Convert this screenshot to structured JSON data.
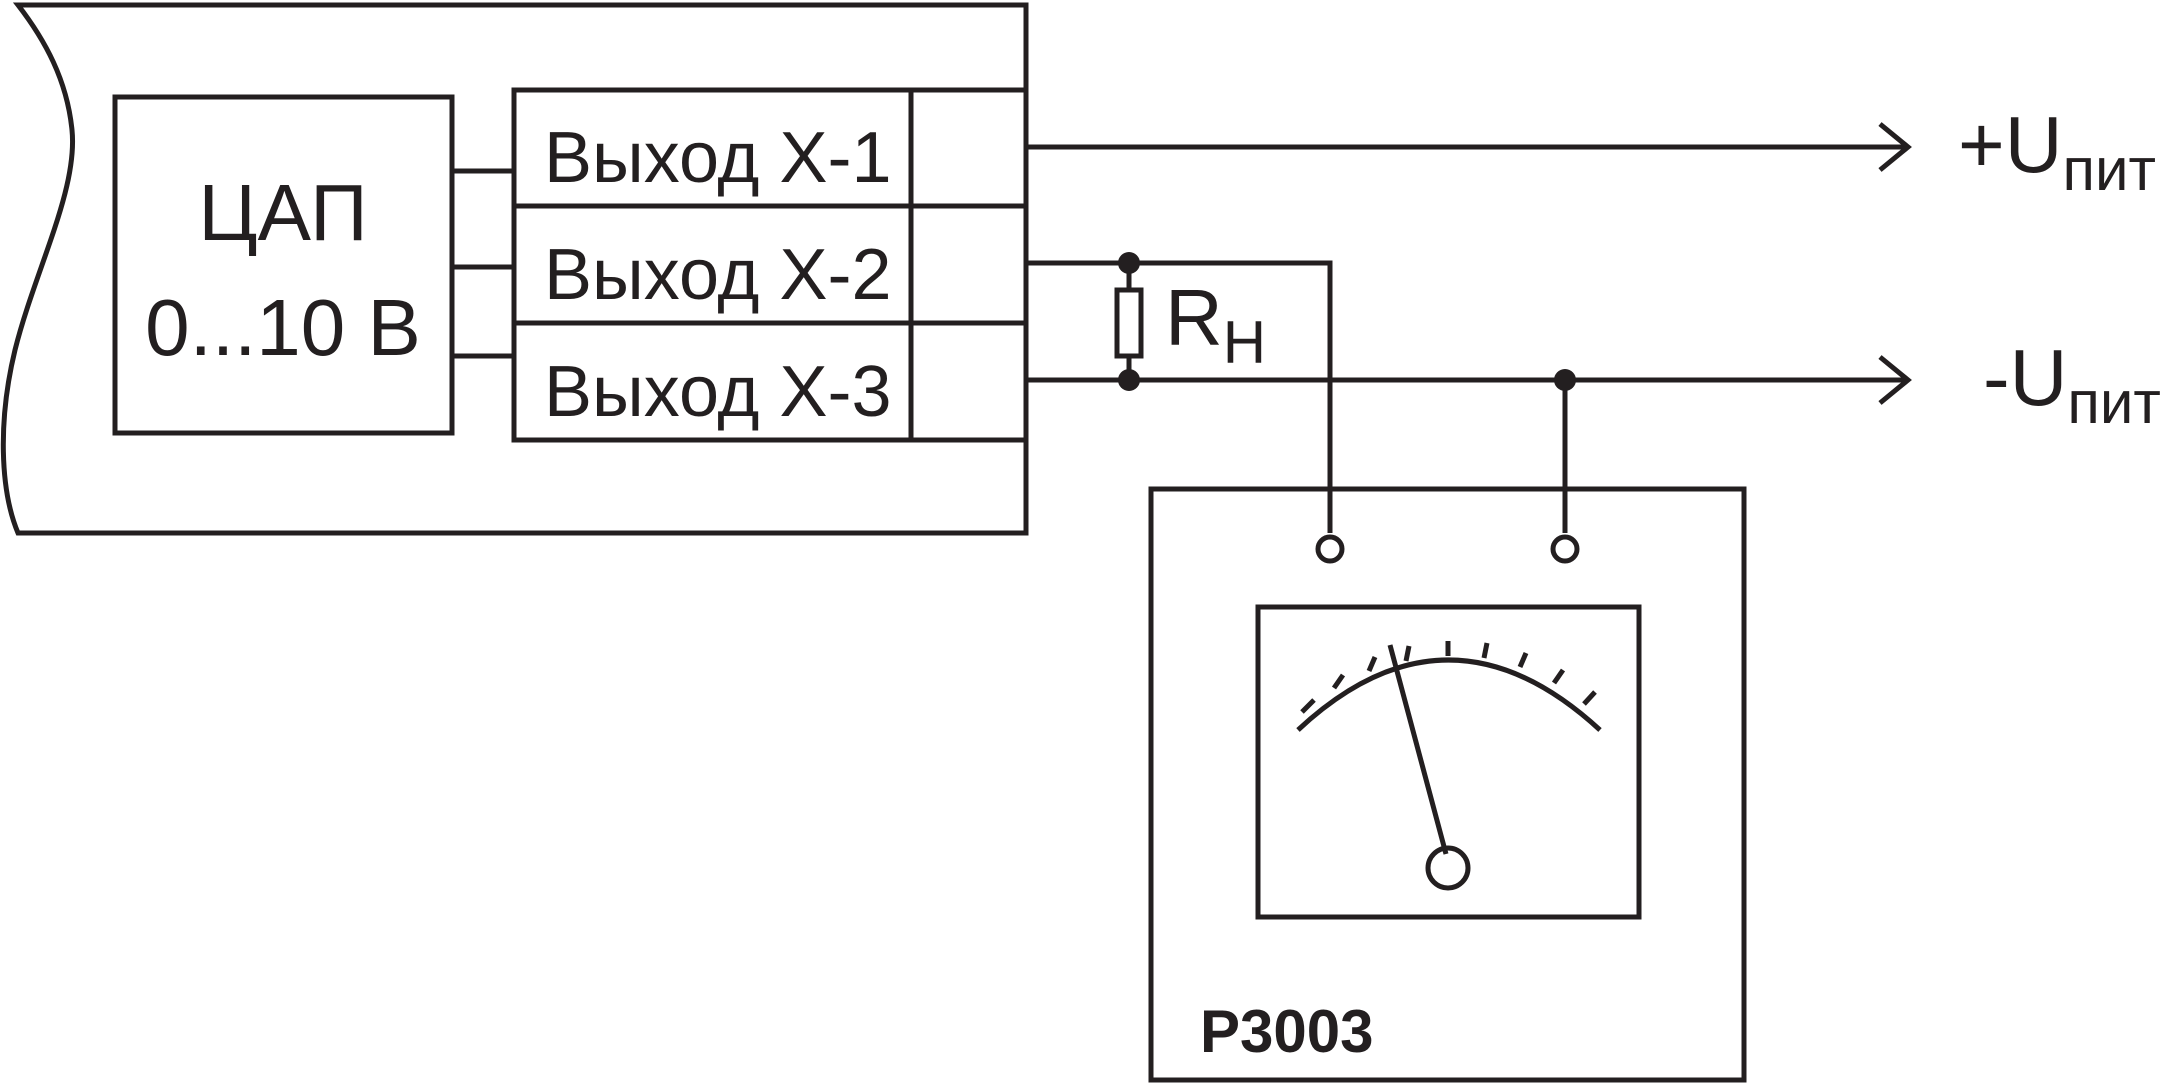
{
  "dac": {
    "title": "ЦАП",
    "range": "0...10 В"
  },
  "outputs": [
    {
      "label": "Выход Х-1"
    },
    {
      "label": "Выход Х-2"
    },
    {
      "label": "Выход Х-3"
    }
  ],
  "resistor": {
    "label": "R",
    "subscript": "Н"
  },
  "supply": {
    "positive": {
      "sign": "+U",
      "subscript": "пит"
    },
    "negative": {
      "sign": "-U",
      "subscript": "пит"
    }
  },
  "meter": {
    "model": "Р3003"
  }
}
